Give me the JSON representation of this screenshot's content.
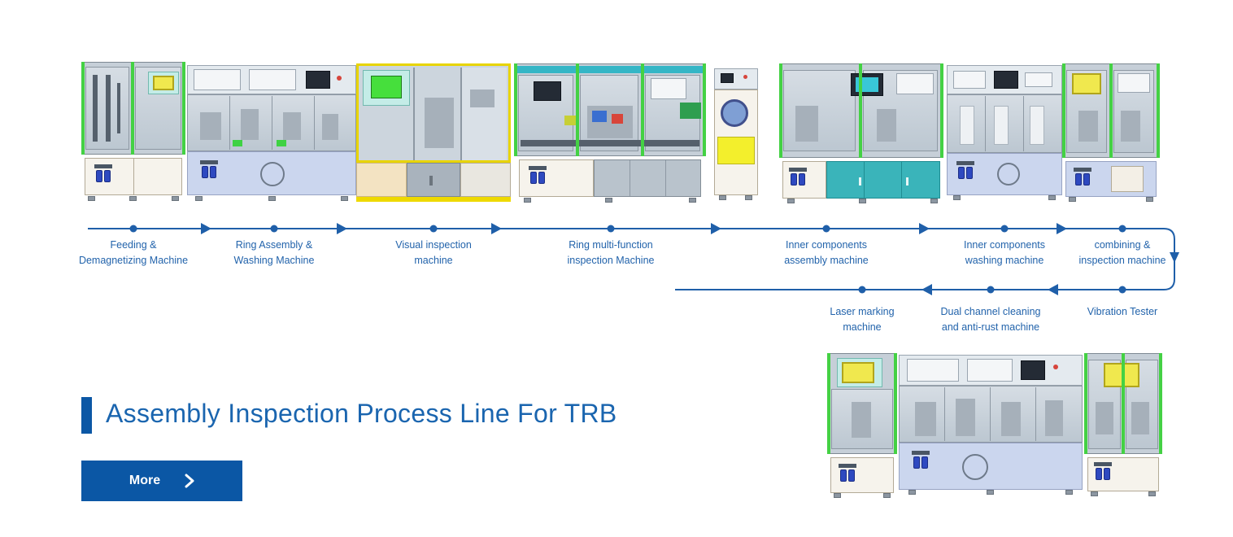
{
  "flow": {
    "line_color": "#1f5fa9",
    "label_color": "#2263ab",
    "arrow_icons": [
      "arrow-right-icon",
      "arrow-left-icon",
      "arrow-down-icon"
    ],
    "top_steps": [
      {
        "line1": "Feeding &",
        "line2": "Demagnetizing Machine"
      },
      {
        "line1": "Ring Assembly &",
        "line2": "Washing Machine"
      },
      {
        "line1": "Visual inspection",
        "line2": "machine"
      },
      {
        "line1": "Ring multi-function",
        "line2": "inspection Machine"
      },
      {
        "line1": "Inner components",
        "line2": "assembly machine"
      },
      {
        "line1": "Inner components",
        "line2": "washing machine"
      },
      {
        "line1": "combining &",
        "line2": "inspection machine"
      }
    ],
    "bottom_steps": [
      {
        "line1": "Laser marking",
        "line2": "machine"
      },
      {
        "line1": "Dual channel cleaning",
        "line2": "and anti-rust machine"
      },
      {
        "line1": "Vibration Tester",
        "line2": ""
      }
    ]
  },
  "section": {
    "title": "Assembly Inspection Process Line For TRB",
    "title_color": "#1a65af",
    "accent_bar_color": "#0b57a5"
  },
  "more_button": {
    "label": "More",
    "icon": "chevron-right-icon",
    "background": "#0b57a5",
    "text_color": "#ffffff"
  },
  "machines": {
    "top_row": [
      "feeding-demagnetizing-machine",
      "ring-assembly-washing-machine",
      "visual-inspection-machine",
      "ring-multi-function-inspection-machine",
      "reel-feeder-unit",
      "inner-components-assembly-machine",
      "inner-components-washing-machine",
      "combining-inspection-machine"
    ],
    "bottom_right": [
      "inspection-cabinet-left",
      "assembly-line-machine",
      "inspection-cabinet-right"
    ]
  }
}
